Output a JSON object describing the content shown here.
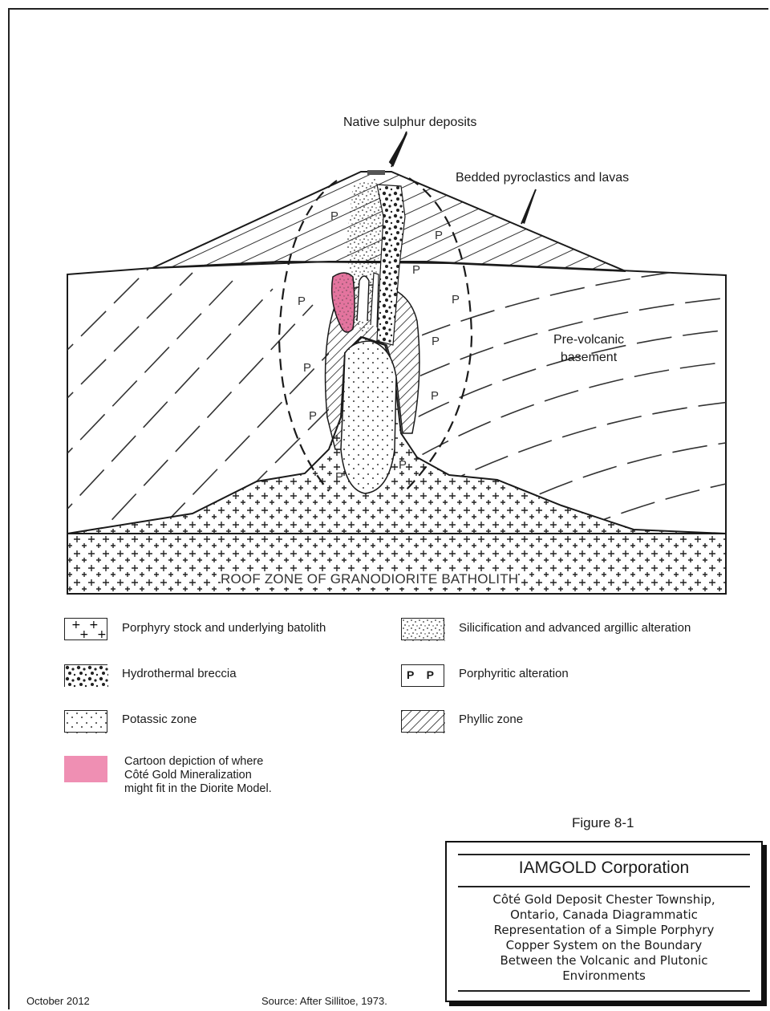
{
  "diagram": {
    "labels": {
      "native_sulphur": "Native sulphur deposits",
      "bedded": "Bedded pyroclastics and lavas",
      "prevolcanic": "Pre-volcanic\nbasement",
      "roof_zone": "ROOF ZONE OF GRANODIORITE BATHOLITH",
      "porphyritic_marker": "P"
    },
    "colors": {
      "outline": "#1a1a1a",
      "mineralization": "#e3749e"
    }
  },
  "legend": {
    "items": [
      {
        "key": "porphyry",
        "label": "Porphyry stock and underlying batolith",
        "icon": "plus-pattern"
      },
      {
        "key": "breccia",
        "label": "Hydrothermal breccia",
        "icon": "breccia-pattern"
      },
      {
        "key": "potassic",
        "label": "Potassic zone",
        "icon": "dot-pattern"
      },
      {
        "key": "silicification",
        "label": "Silicification and advanced argillic alteration",
        "icon": "stipple-pattern"
      },
      {
        "key": "porphyritic",
        "label": "Porphyritic alteration",
        "icon": "p-pattern"
      },
      {
        "key": "phyllic",
        "label": "Phyllic zone",
        "icon": "hatch-pattern"
      }
    ],
    "cartoon": "Cartoon depiction of where\nCôté Gold Mineralization\nmight fit in the Diorite Model.",
    "cartoon_color": "#ef8fb3",
    "p_swatch": "P    P"
  },
  "figure": {
    "number": "Figure 8-1",
    "company": "IAMGOLD Corporation",
    "description": "Côté Gold Deposit Chester Township,\nOntario, Canada Diagrammatic\nRepresentation of a Simple Porphyry\nCopper System on the Boundary\nBetween the Volcanic and Plutonic\nEnvironments"
  },
  "footer": {
    "date": "October 2012",
    "source": "Source: After Sillitoe, 1973."
  }
}
